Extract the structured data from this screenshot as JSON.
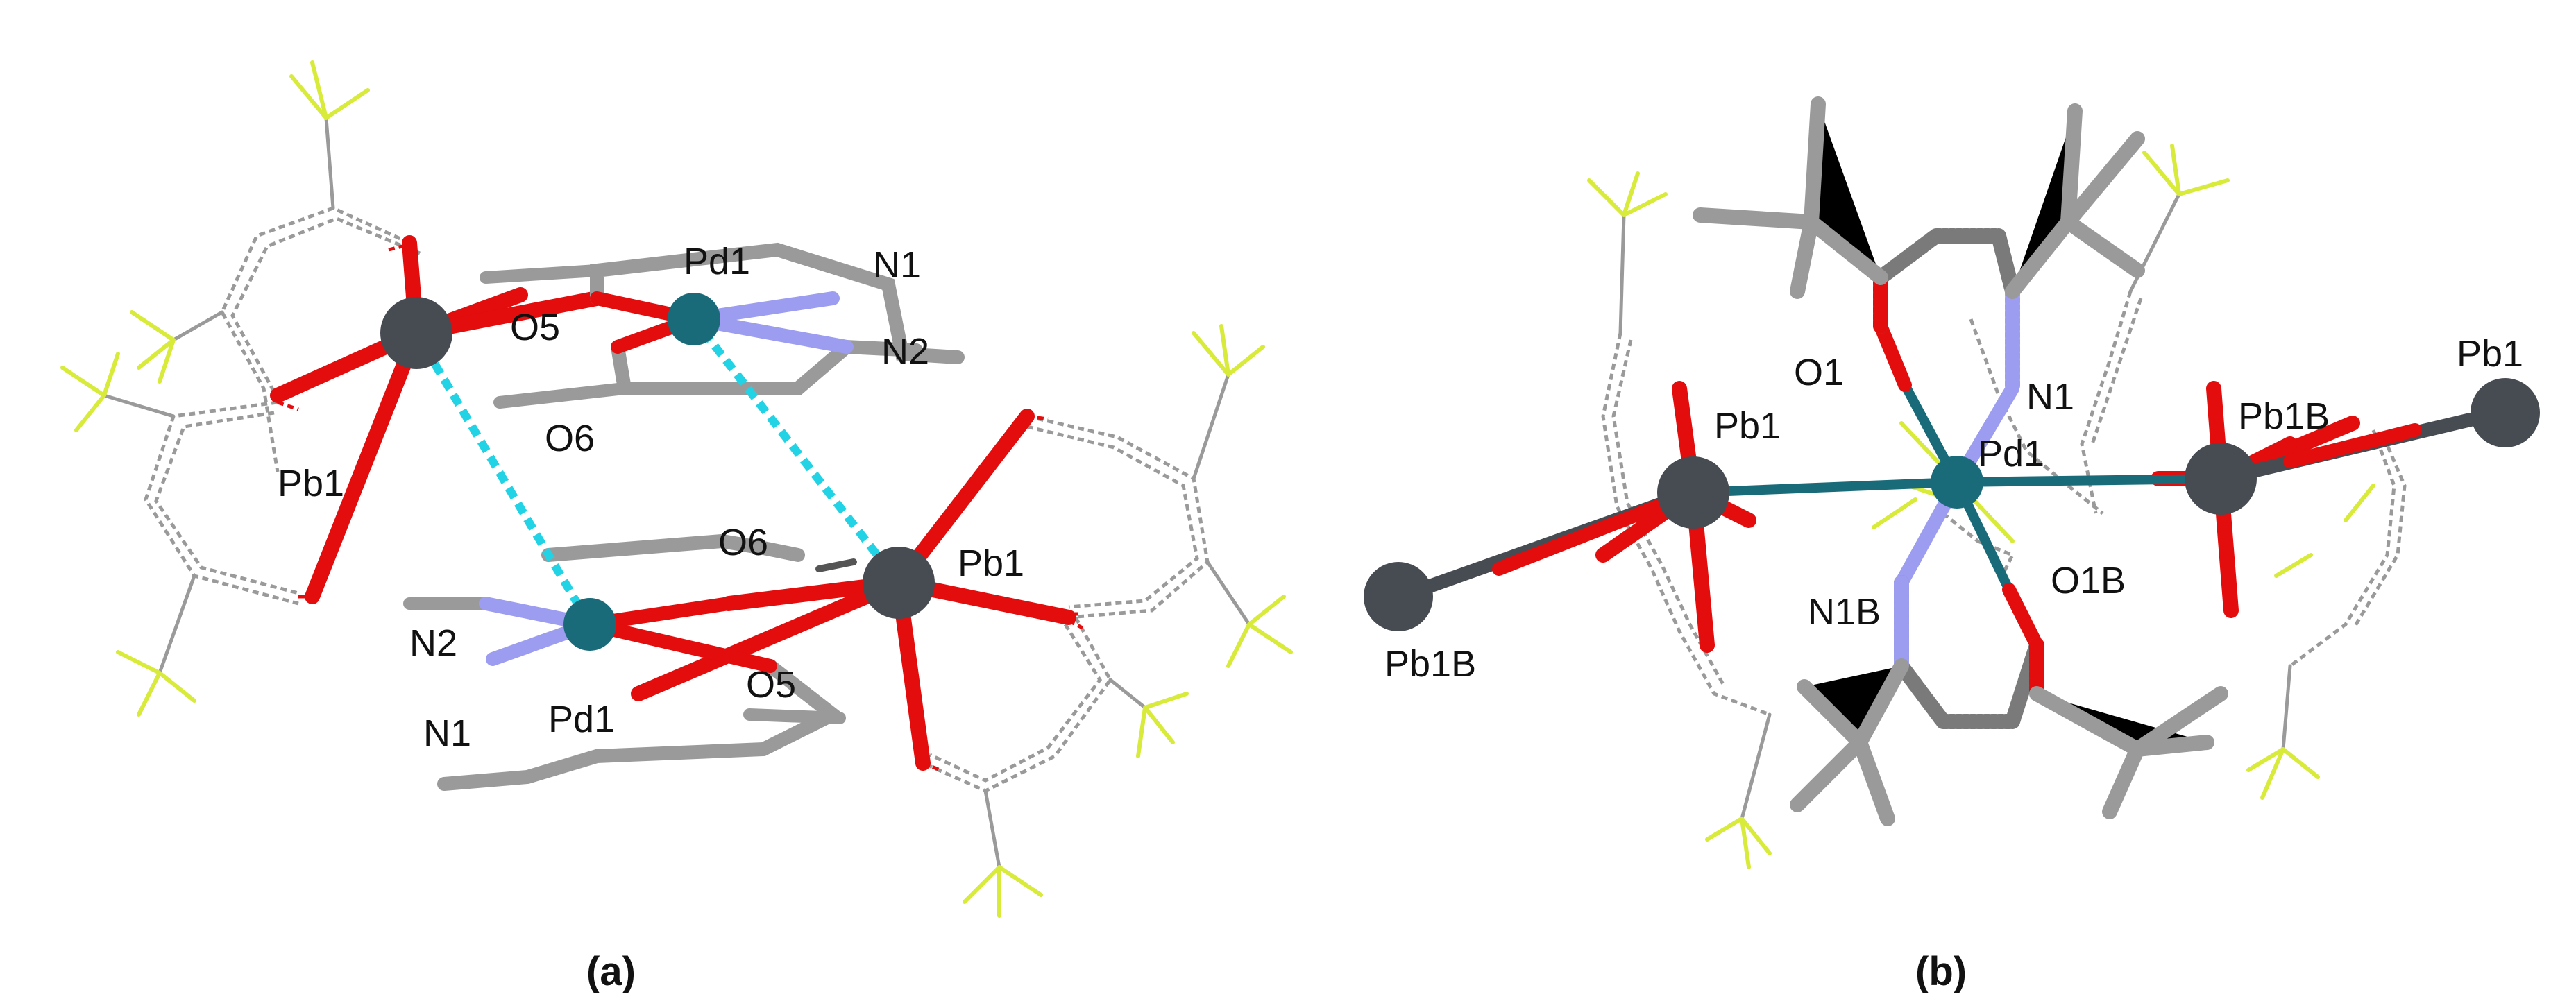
{
  "colors": {
    "Pb": "#474b52",
    "Pd": "#1a6b7a",
    "O": "#e30d0d",
    "N": "#9c9cf0",
    "C": "#9a9a9a",
    "F": "#d8ea3a",
    "contact": "#22d3e6",
    "ring": "#9a9a9a"
  },
  "panels": {
    "a": {
      "caption": "(a)",
      "atoms": {
        "pb1_left": "Pb1",
        "pb1_right": "Pb1",
        "pd1_top": "Pd1",
        "pd1_bottom": "Pd1",
        "o5_top": "O5",
        "o6_top": "O6",
        "o6_bottom": "O6",
        "o5_bottom": "O5",
        "n1_top": "N1",
        "n2_top": "N2",
        "n2_bottom": "N2",
        "n1_bottom": "N1"
      }
    },
    "b": {
      "caption": "(b)",
      "atoms": {
        "pb1_left": "Pb1",
        "pb1_right": "Pb1",
        "pb1b_left": "Pb1B",
        "pb1b_right": "Pb1B",
        "pd1": "Pd1",
        "o1": "O1",
        "n1": "N1",
        "n1b": "N1B",
        "o1b": "O1B"
      }
    }
  }
}
